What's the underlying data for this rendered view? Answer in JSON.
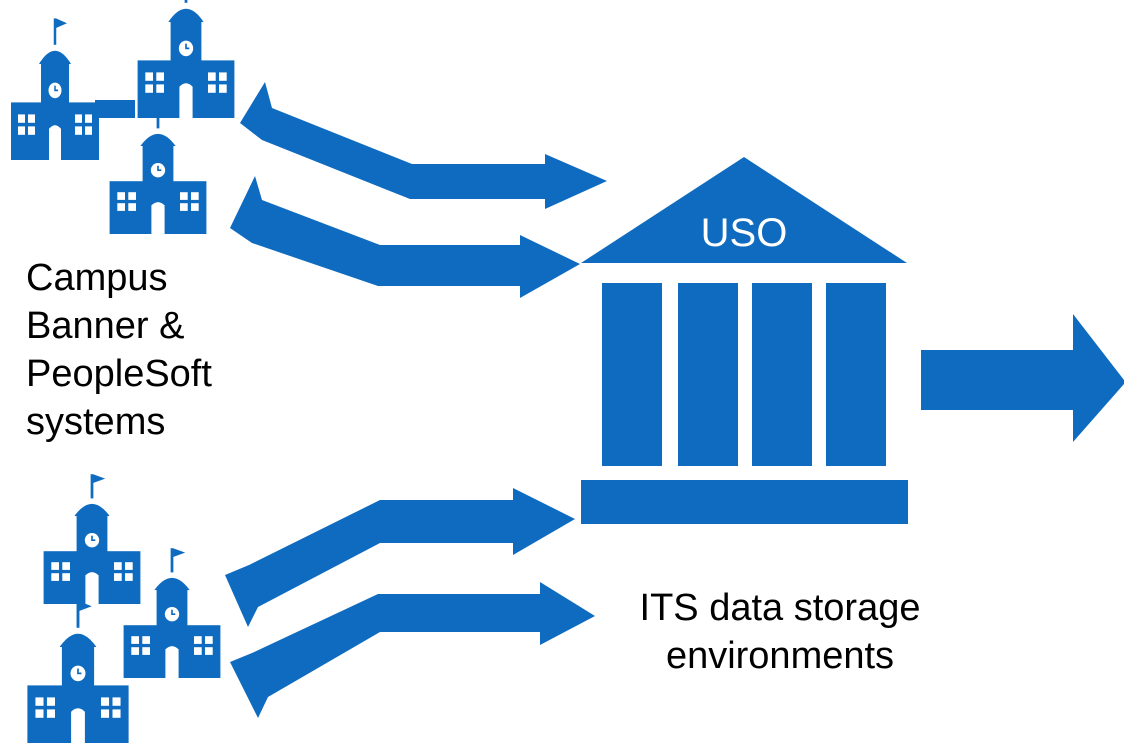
{
  "colors": {
    "primary": "#0e6bbf",
    "window": "#ffffff"
  },
  "uso_label": "USO",
  "campus_label": {
    "lines": [
      "Campus",
      "Banner &",
      "PeopleSoft",
      "systems"
    ]
  },
  "its_label": {
    "lines": [
      "ITS data storage",
      "environments"
    ]
  },
  "icons": {
    "campus_building": "school-building-icon",
    "uso_building": "bank-building-icon",
    "flow_arrow": "arrow-right-icon"
  }
}
